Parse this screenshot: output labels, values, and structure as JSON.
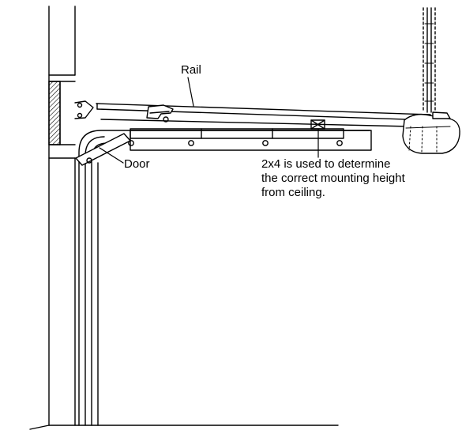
{
  "labels": {
    "rail": "Rail",
    "door": "Door",
    "note": [
      "2x4 is used to determine",
      "the correct mounting height",
      "from ceiling."
    ]
  },
  "colors": {
    "line": "#000000",
    "background": "#ffffff"
  }
}
